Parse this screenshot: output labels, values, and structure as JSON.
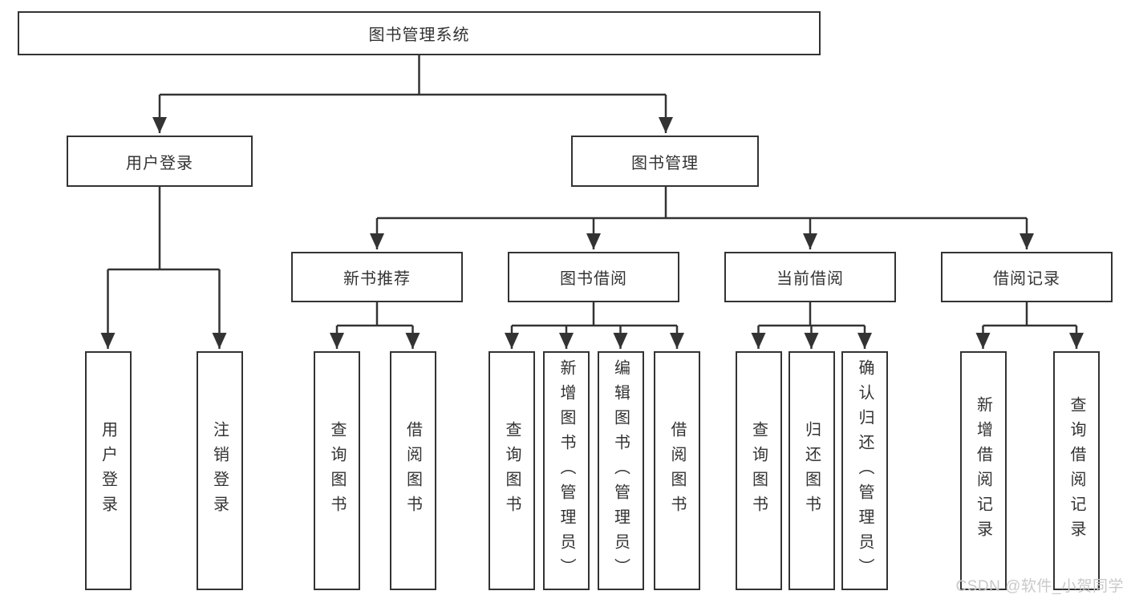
{
  "diagram": {
    "root": {
      "label": "图书管理系统"
    },
    "level2": {
      "user_login": {
        "label": "用户登录"
      },
      "book_mgmt": {
        "label": "图书管理"
      }
    },
    "level3": {
      "new_book": {
        "label": "新书推荐"
      },
      "book_borrow": {
        "label": "图书借阅"
      },
      "current_borrow": {
        "label": "当前借阅"
      },
      "borrow_record": {
        "label": "借阅记录"
      }
    },
    "leaves": {
      "login_user": {
        "label": "用户登录"
      },
      "login_logout": {
        "label": "注销登录"
      },
      "nb_query": {
        "label": "查询图书"
      },
      "nb_borrow": {
        "label": "借阅图书"
      },
      "bb_query": {
        "label": "查询图书"
      },
      "bb_add": {
        "label": "新增图书（管理员）"
      },
      "bb_edit": {
        "label": "编辑图书（管理员）"
      },
      "bb_borrow": {
        "label": "借阅图书"
      },
      "cb_query": {
        "label": "查询图书"
      },
      "cb_return": {
        "label": "归还图书"
      },
      "cb_confirm": {
        "label": "确认归还（管理员）"
      },
      "br_add": {
        "label": "新增借阅记录"
      },
      "br_query": {
        "label": "查询借阅记录"
      }
    }
  },
  "watermark": {
    "text": "CSDN @软件_小贺同学"
  },
  "colors": {
    "line": "#333333",
    "border": "#333333",
    "text": "#333333",
    "background": "#ffffff",
    "watermark": "#c9c9c9"
  }
}
